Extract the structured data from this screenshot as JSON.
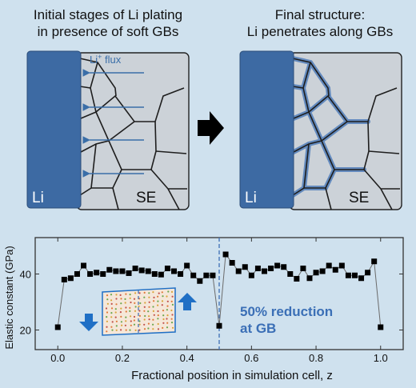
{
  "panels": {
    "left_title_line1": "Initial stages of Li plating",
    "left_title_line2": "in presence of soft GBs",
    "right_title_line1": "Final structure:",
    "right_title_line2": "Li penetrates along GBs",
    "flux_label": "Li",
    "flux_superscript": "+",
    "flux_suffix": " flux",
    "li_label": "Li",
    "se_label": "SE",
    "arrow_icon": "right-arrow-icon"
  },
  "chart_data": {
    "type": "scatter",
    "title": "",
    "xlabel": "Fractional position in simulation cell, z",
    "ylabel": "Elastic constant (GPa)",
    "xlim": [
      -0.07,
      1.07
    ],
    "ylim": [
      13,
      53
    ],
    "xticks": [
      0.0,
      0.2,
      0.4,
      0.6,
      0.8,
      1.0
    ],
    "xtick_labels": [
      "0.0",
      "0.2",
      "0.4",
      "0.6",
      "0.8",
      "1.0"
    ],
    "yticks": [
      20,
      40
    ],
    "ytick_labels": [
      "20",
      "40"
    ],
    "grid": false,
    "gb_position": 0.5,
    "annotation_line1": "50% reduction",
    "annotation_line2": "at GB",
    "x": [
      0.0,
      0.02,
      0.04,
      0.06,
      0.08,
      0.1,
      0.12,
      0.14,
      0.16,
      0.18,
      0.2,
      0.22,
      0.24,
      0.26,
      0.28,
      0.3,
      0.32,
      0.34,
      0.36,
      0.38,
      0.4,
      0.42,
      0.44,
      0.46,
      0.48,
      0.5,
      0.52,
      0.54,
      0.56,
      0.58,
      0.6,
      0.62,
      0.64,
      0.66,
      0.68,
      0.7,
      0.72,
      0.74,
      0.76,
      0.78,
      0.8,
      0.82,
      0.84,
      0.86,
      0.88,
      0.9,
      0.92,
      0.94,
      0.96,
      0.98,
      1.0
    ],
    "y": [
      21,
      38,
      38.5,
      40,
      43,
      40,
      40.5,
      40,
      41.5,
      41,
      41,
      40.3,
      42,
      41.3,
      41,
      40,
      39.8,
      42,
      41,
      40,
      43,
      39.5,
      37.5,
      39.5,
      39.5,
      21.5,
      47,
      44,
      41,
      42.5,
      39.5,
      42,
      41,
      42,
      43,
      42.5,
      40,
      38.3,
      42,
      38.5,
      40.5,
      41,
      43,
      41.5,
      43,
      39.5,
      39.5,
      38.5,
      40.5,
      44.5,
      21
    ],
    "colors": {
      "marker": "#000000",
      "line": "#6b6b6b",
      "gb_line": "#3c6fb5",
      "annotation": "#3b6fb6",
      "arrow": "#1f6fc5"
    }
  },
  "colors": {
    "background": "#cfe1ee",
    "li_metal": "#3d6aa3",
    "electrolyte": "#ccd2d8",
    "grain_line": "#1e1e1e",
    "penetration": "#5e87bd",
    "flux_arrow": "#3a6ea8"
  }
}
